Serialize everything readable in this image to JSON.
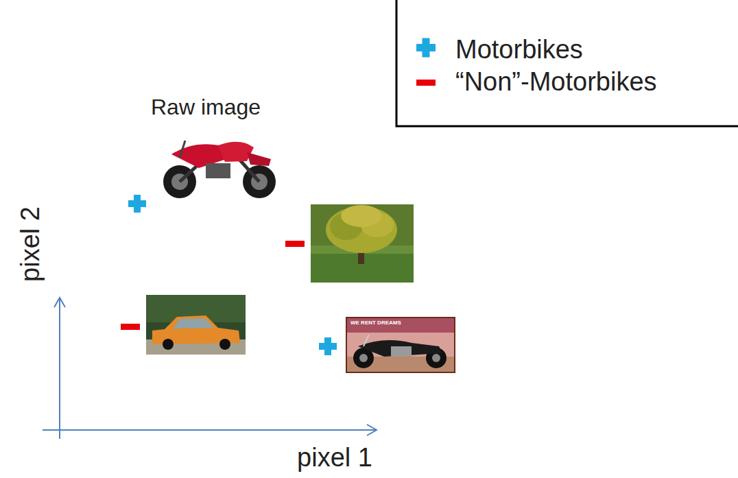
{
  "diagram": {
    "labels": [
      "Raw image",
      "pixel 2",
      "pixel 1",
      "WE RENT DREAMS"
    ],
    "legend": [
      {
        "text": "Motorbikes"
      },
      {
        "text": "“Non”-Motorbikes"
      }
    ]
  }
}
